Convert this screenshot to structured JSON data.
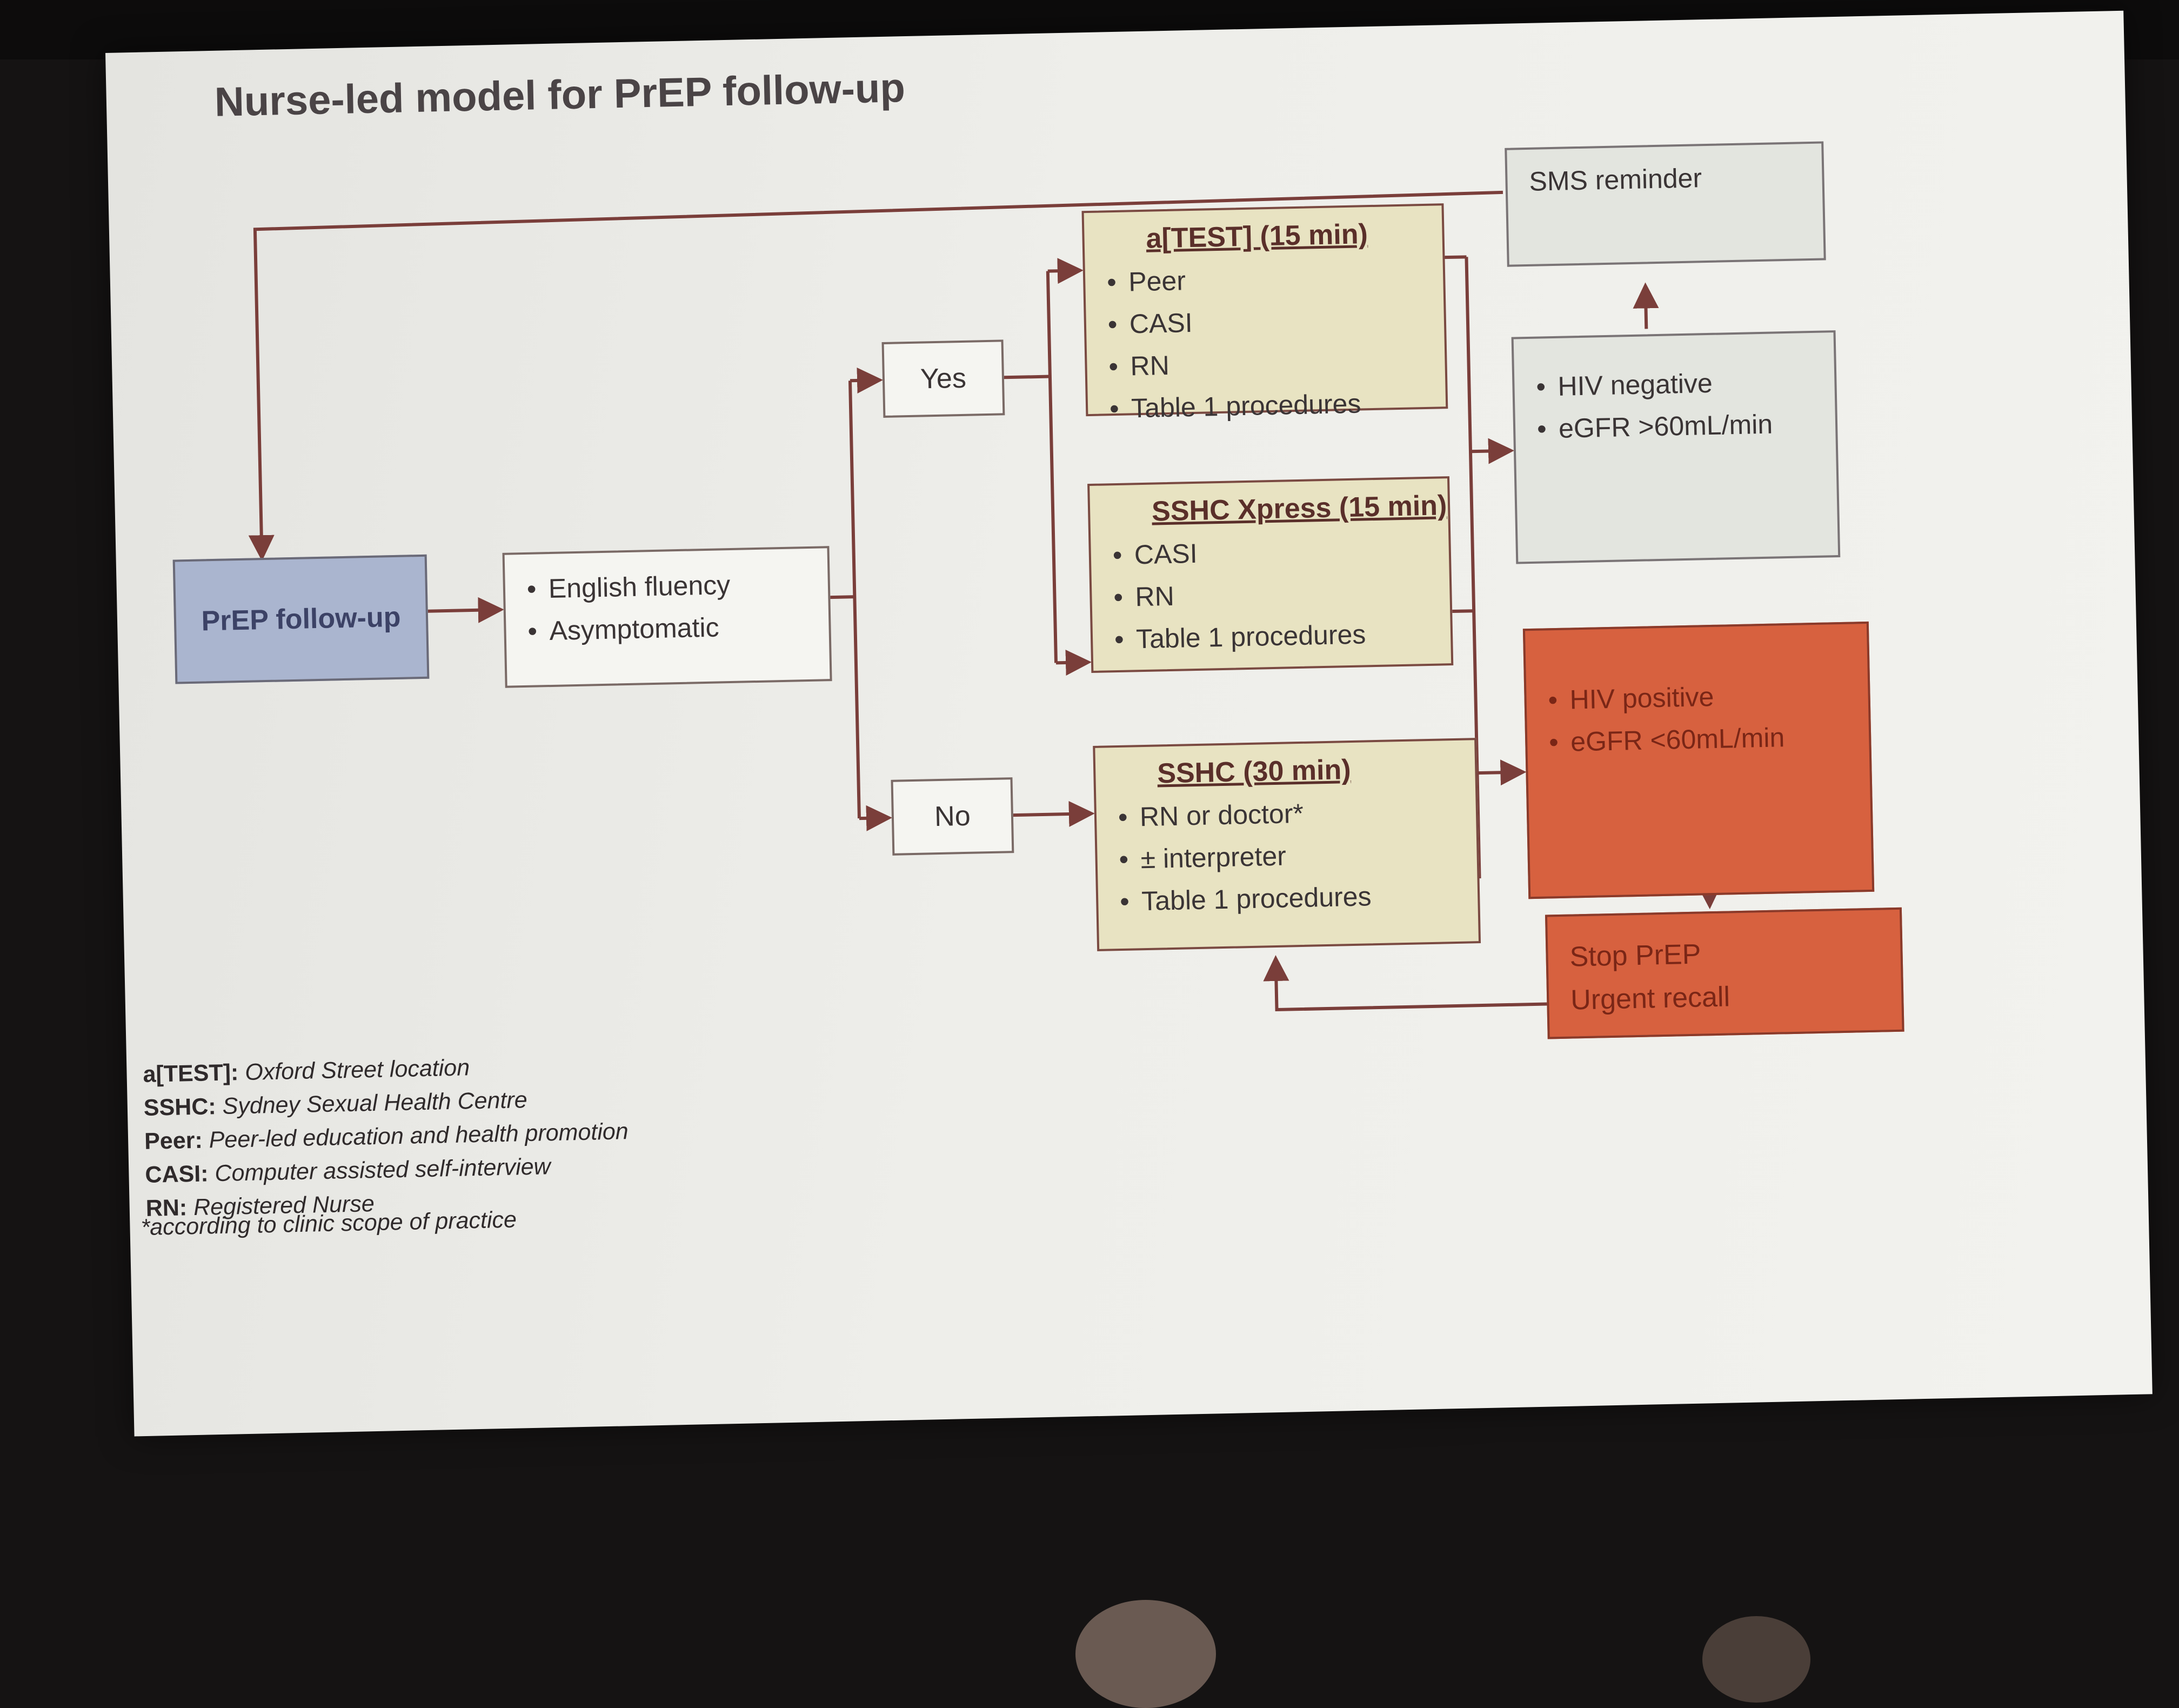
{
  "slide": {
    "title": "Nurse-led model for PrEP follow-up"
  },
  "nodes": {
    "prep_followup": "PrEP follow-up",
    "criteria": [
      "English fluency",
      "Asymptomatic"
    ],
    "yes": "Yes",
    "no": "No",
    "atest": {
      "title": "a[TEST] (15 min)",
      "items": [
        "Peer",
        "CASI",
        "RN",
        "Table 1 procedures"
      ]
    },
    "xpress": {
      "title": "SSHC Xpress (15 min)",
      "items": [
        "CASI",
        "RN",
        "Table 1 procedures"
      ]
    },
    "sshc": {
      "title": "SSHC (30 min)",
      "items": [
        "RN or doctor*",
        "± interpreter",
        "Table 1 procedures"
      ]
    },
    "sms": "SMS reminder",
    "negative": [
      "HIV negative",
      "eGFR >60mL/min"
    ],
    "positive": [
      "HIV positive",
      "eGFR <60mL/min"
    ],
    "stop": [
      "Stop PrEP",
      "Urgent recall"
    ]
  },
  "legend": [
    {
      "term": "a[TEST]:",
      "desc": "Oxford Street location"
    },
    {
      "term": "SSHC:",
      "desc": "Sydney Sexual Health Centre"
    },
    {
      "term": "Peer:",
      "desc": "Peer-led education and health promotion"
    },
    {
      "term": "CASI:",
      "desc": "Computer assisted self-interview"
    },
    {
      "term": "RN:",
      "desc": "Registered Nurse"
    }
  ],
  "footnote": "*according to clinic scope of practice",
  "colors": {
    "connector": "#7a3e3a",
    "tan_fill": "#e8e3c2",
    "red_fill": "#d7613f",
    "blue_fill": "#aab5cf",
    "grey_fill": "#e3e5df"
  }
}
